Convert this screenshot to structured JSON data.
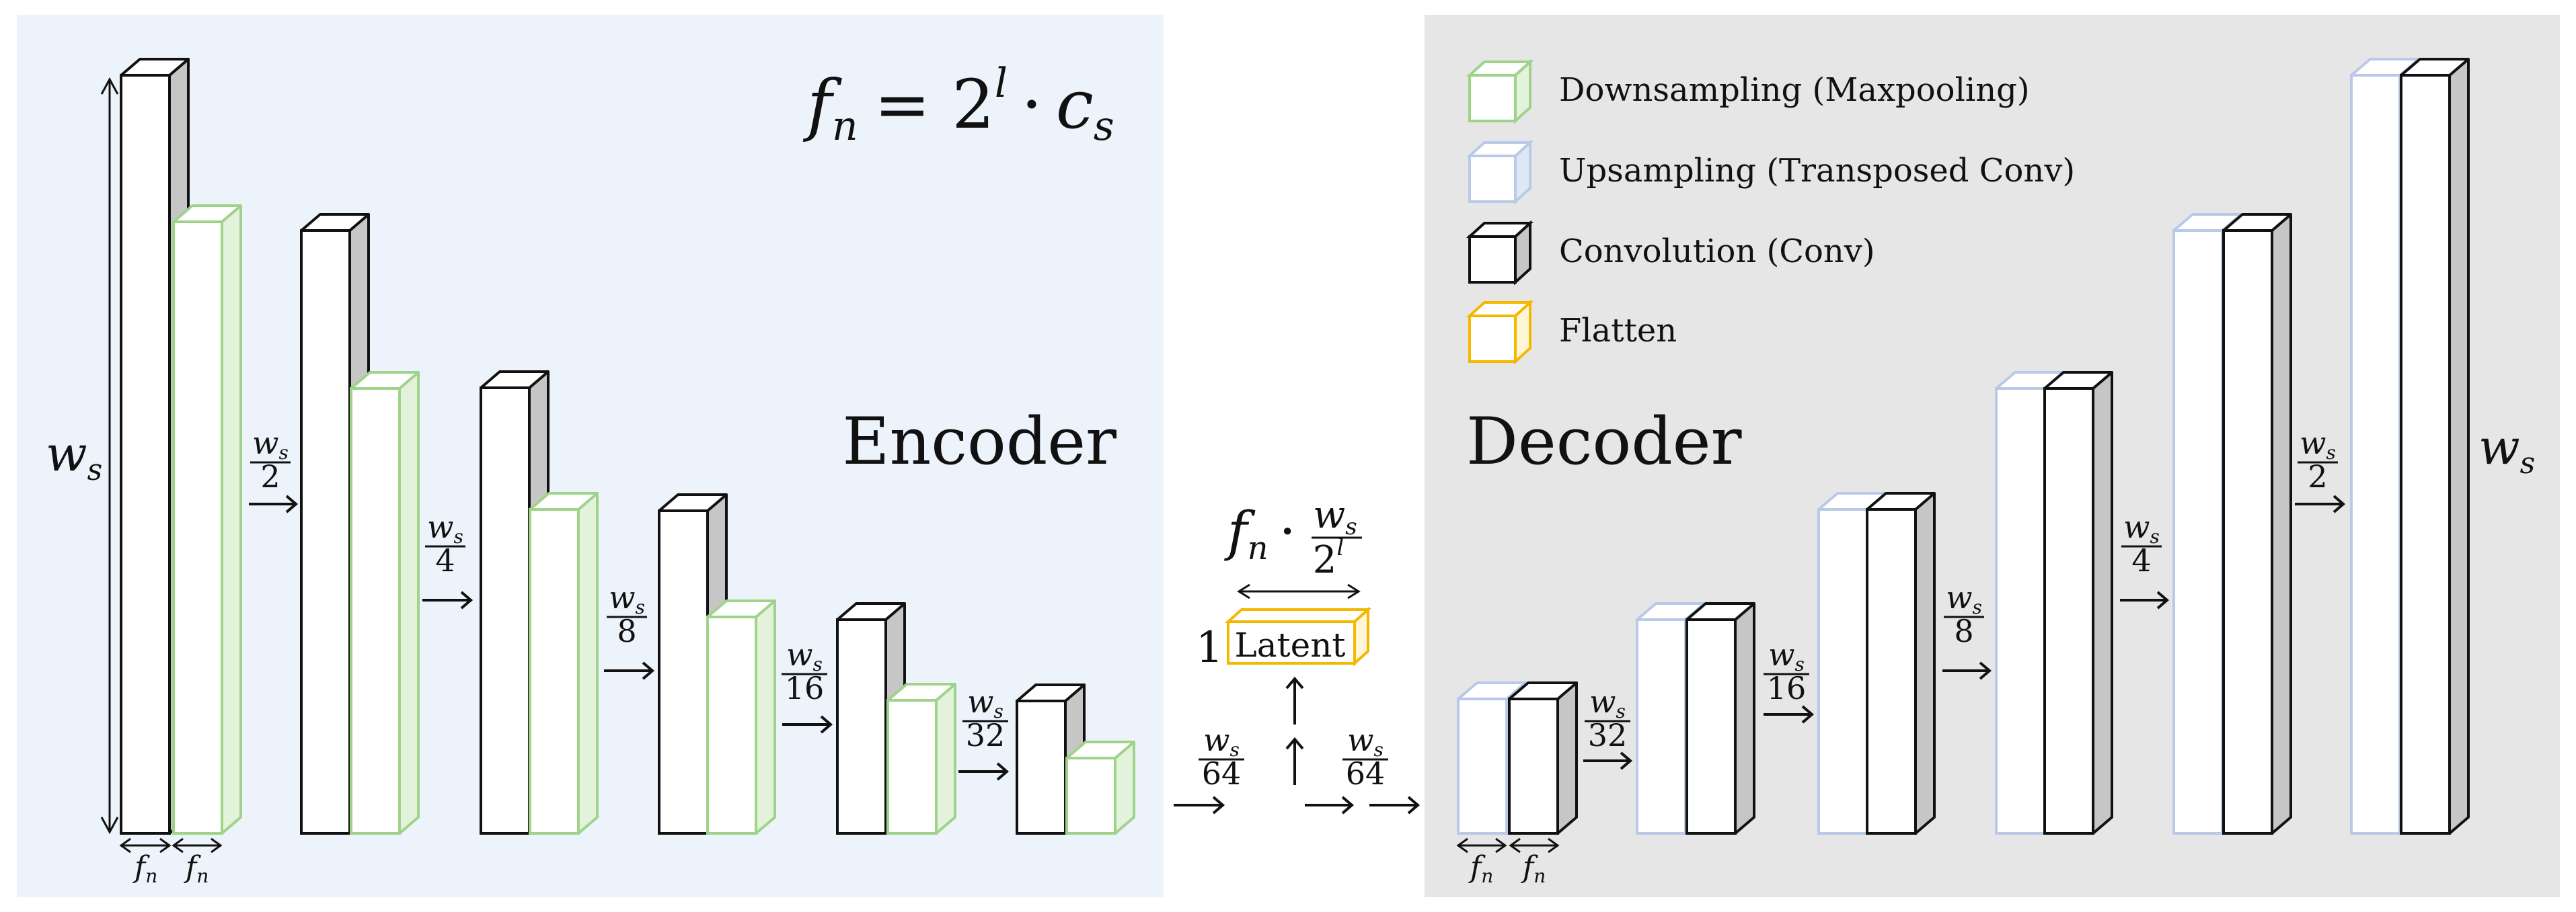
{
  "encoder": {
    "title": "Encoder",
    "formula": {
      "lhs": "f",
      "sub": "n",
      "eq": "= 2",
      "sup": "l",
      "dot": "·",
      "c": "c",
      "csub": "s"
    },
    "height_label": {
      "main": "w",
      "sub": "s"
    },
    "width_label": {
      "main": "f",
      "sub": "n"
    },
    "fractions": [
      "2",
      "4",
      "8",
      "16",
      "32",
      "64"
    ]
  },
  "decoder": {
    "title": "Decoder",
    "height_label": {
      "main": "w",
      "sub": "s"
    },
    "width_label": {
      "main": "f",
      "sub": "n"
    },
    "fractions": [
      "64",
      "32",
      "16",
      "8",
      "4",
      "2"
    ]
  },
  "latent": {
    "label": "Latent",
    "depth_label": "1",
    "width_formula": {
      "f": "f",
      "sub": "n",
      "dot": "·",
      "num": "w",
      "numsub": "s",
      "den": "2",
      "densup": "l"
    }
  },
  "legend": [
    {
      "label": "Downsampling (Maxpooling)",
      "color": "#9fd38a"
    },
    {
      "label": "Upsampling (Transposed Conv)",
      "color": "#b9c9e8"
    },
    {
      "label": "Convolution (Conv)",
      "color": "#111111"
    },
    {
      "label": "Flatten",
      "color": "#f5b800"
    }
  ],
  "colors": {
    "encoder_bg": "#edf3fb",
    "decoder_bg": "#e6e6e6",
    "conv": "#111111",
    "pool": "#9fd38a",
    "up": "#b9c9e8",
    "flatten": "#f5b800"
  }
}
